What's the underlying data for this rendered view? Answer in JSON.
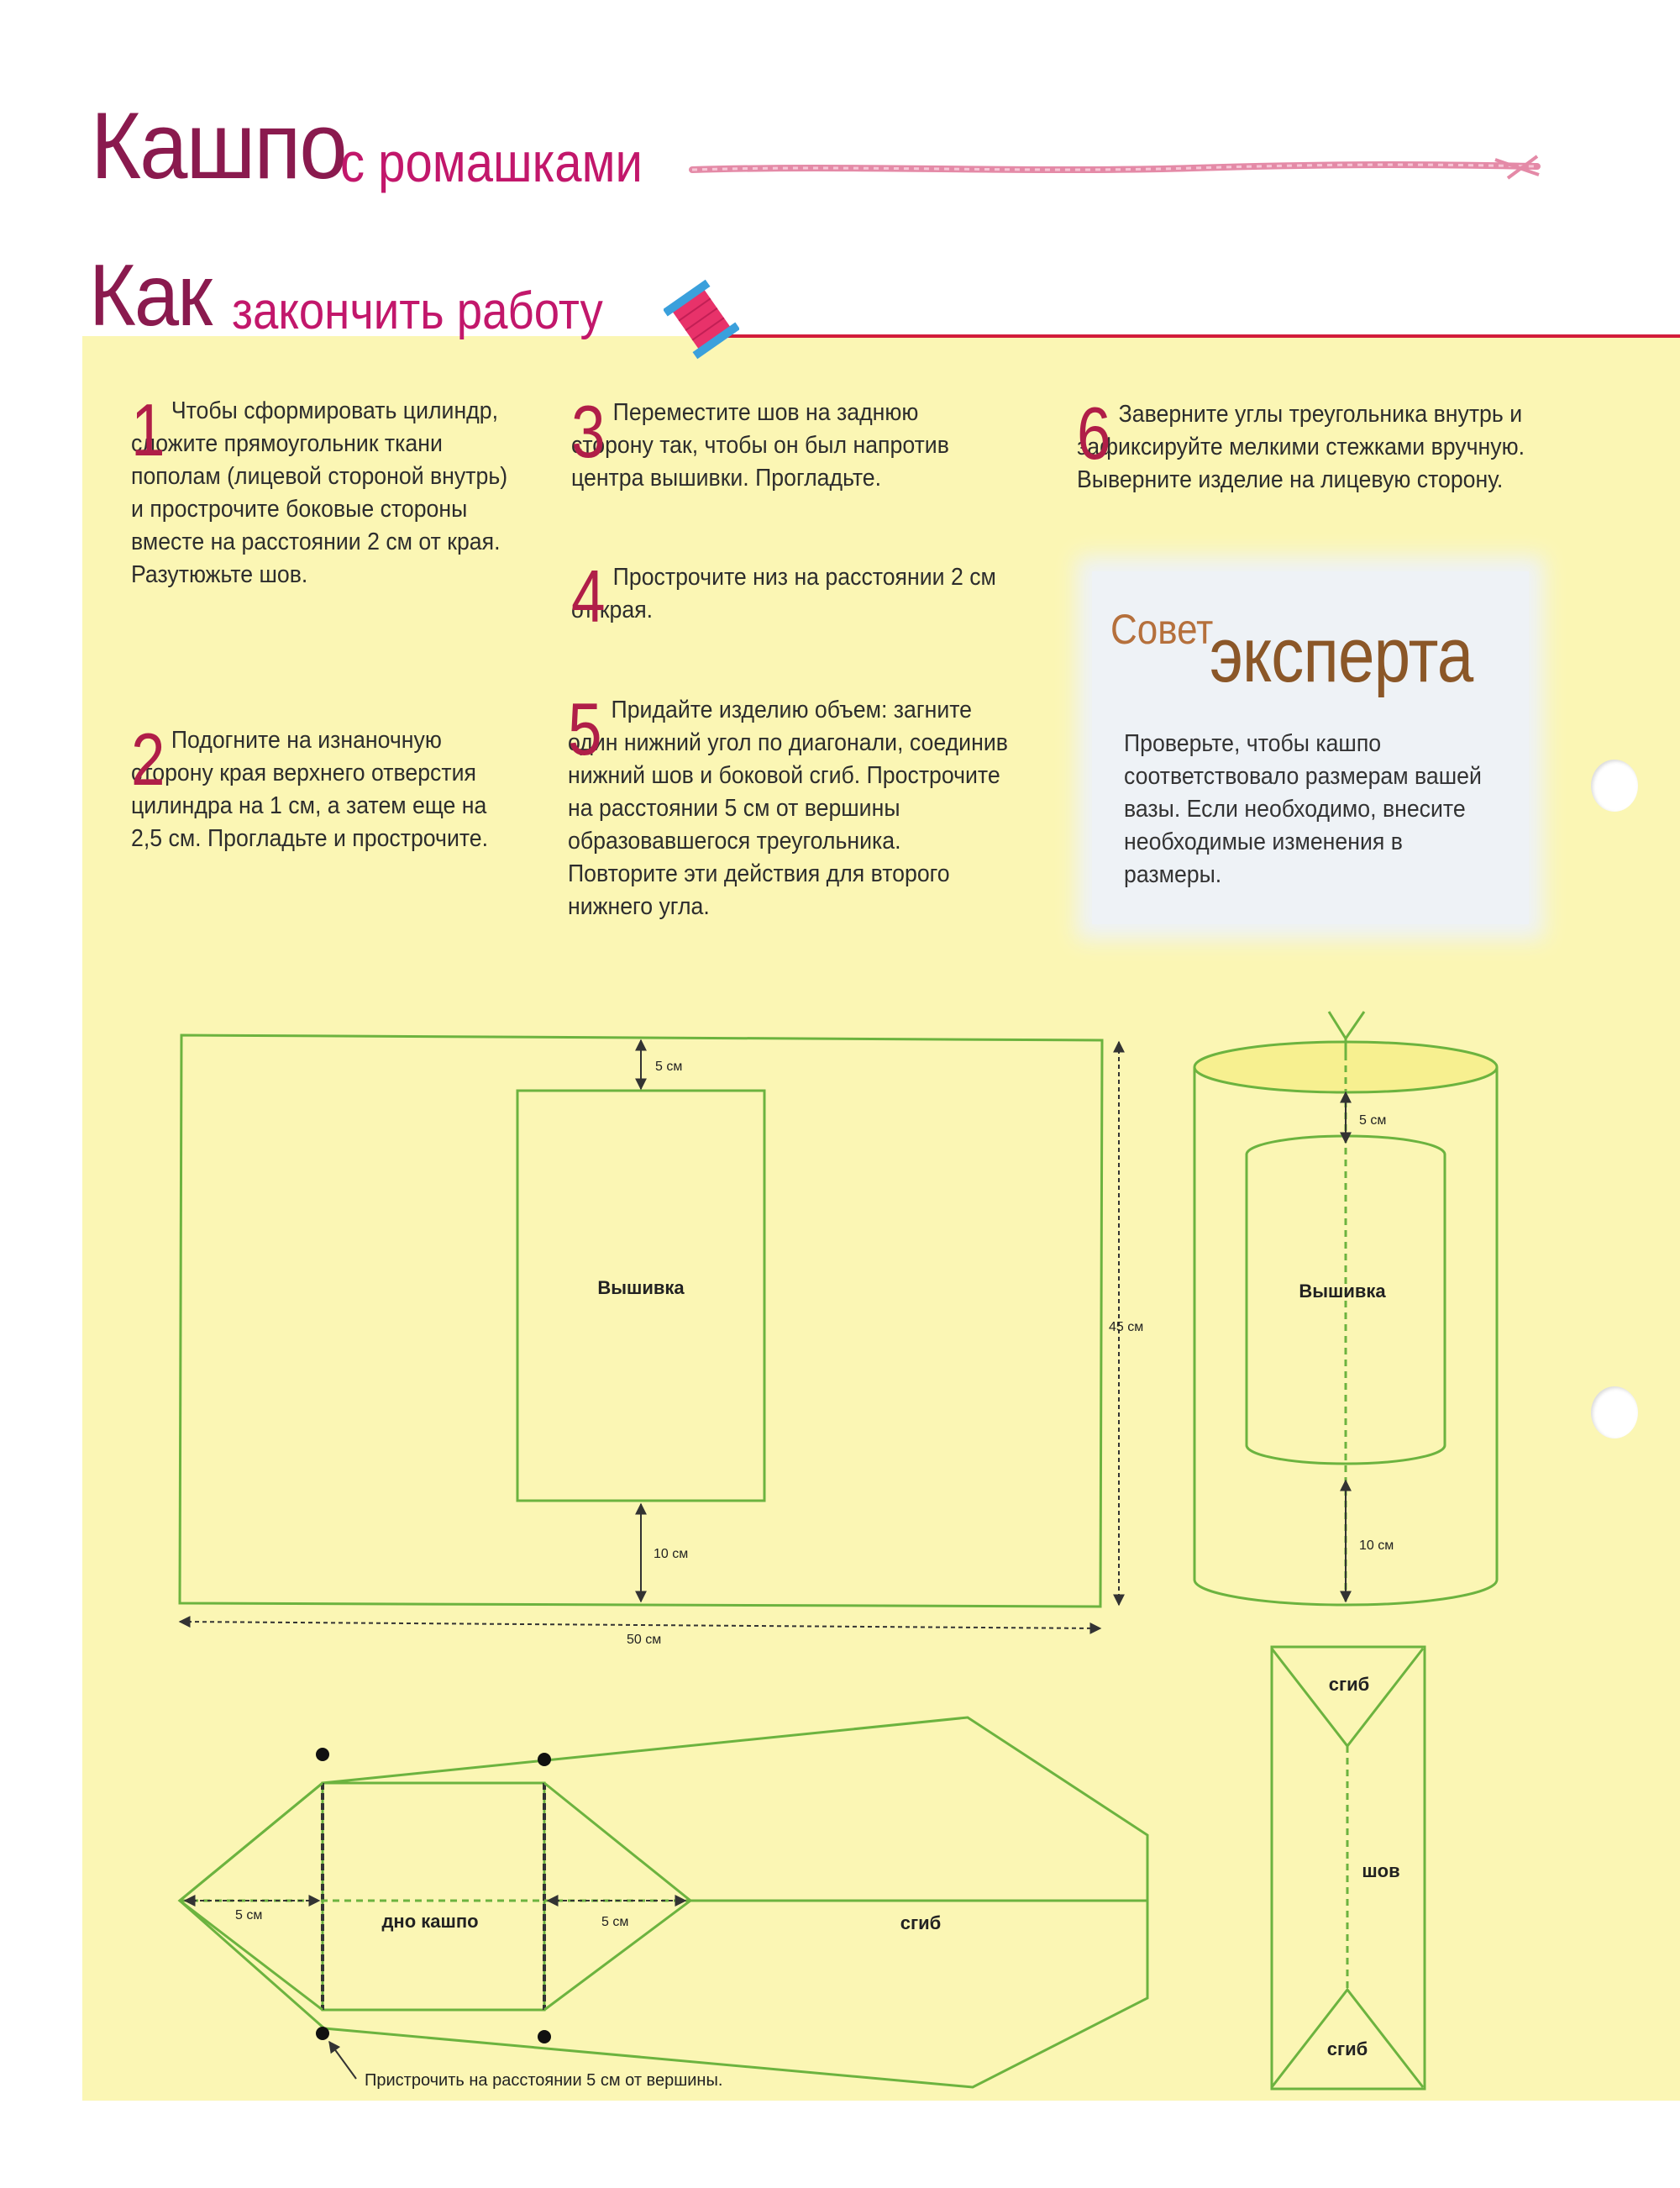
{
  "header": {
    "title_main": "Кашпо",
    "title_sub": "с ромашками",
    "section_main": "Как",
    "section_sub": "закончить работу"
  },
  "steps": [
    {
      "number": "1",
      "text": "Чтобы сформировать цилиндр, сложите прямоугольник ткани пополам (лицевой стороной внутрь) и прострочите боковые стороны вместе на расстоянии 2 см от края.\nРазутюжьте шов."
    },
    {
      "number": "2",
      "text": "Подогните на изнаночную сторону края верхнего отверстия цилиндра на 1 см, а затем еще на 2,5 см. Прогладьте и прострочите."
    },
    {
      "number": "3",
      "text": "Переместите шов на заднюю сторону так, чтобы он был напротив центра вышивки. Прогладьте."
    },
    {
      "number": "4",
      "text": "Прострочите низ на расстоянии 2 см от края."
    },
    {
      "number": "5",
      "text": "Придайте изделию объем: загните один нижний угол по диагонали, соединив нижний шов и боковой сгиб. Прострочите на расстоянии 5 см от вершины образовавшегося треугольника. Повторите эти действия для второго нижнего угла."
    },
    {
      "number": "6",
      "text": "Заверните углы треугольника внутрь и зафиксируйте мелкими стежками вручную. Выверните изделие на лицевую сторону."
    }
  ],
  "tip": {
    "title_small": "Совет",
    "title_large": "эксперта",
    "text": "Проверьте, чтобы кашпо соответствовало размерам вашей вазы. Если необходимо, внесите необходимые изменения в размеры."
  },
  "diagram_flat": {
    "embroidery_label": "Вышивка",
    "top_margin": "5 см",
    "bottom_margin": "10 см",
    "height": "45 см",
    "width": "50 см"
  },
  "diagram_cylinder": {
    "embroidery_label": "Вышивка",
    "top_margin": "5 см",
    "bottom_margin": "10 см"
  },
  "diagram_base": {
    "bottom_label": "дно кашпо",
    "fold_label": "сгиб",
    "left_distance": "5 см",
    "right_distance": "5 см",
    "note": "Пристрочить на расстоянии 5 см от вершины."
  },
  "diagram_side": {
    "top_fold": "сгиб",
    "seam": "шов",
    "bottom_fold": "сгиб"
  },
  "colors": {
    "title": "#8a1a4e",
    "accent": "#c2176b",
    "number": "#b01e48",
    "panel": "#fbf6b4",
    "diagram_line": "#6cb33f",
    "tip_brown": "#8b5728"
  }
}
